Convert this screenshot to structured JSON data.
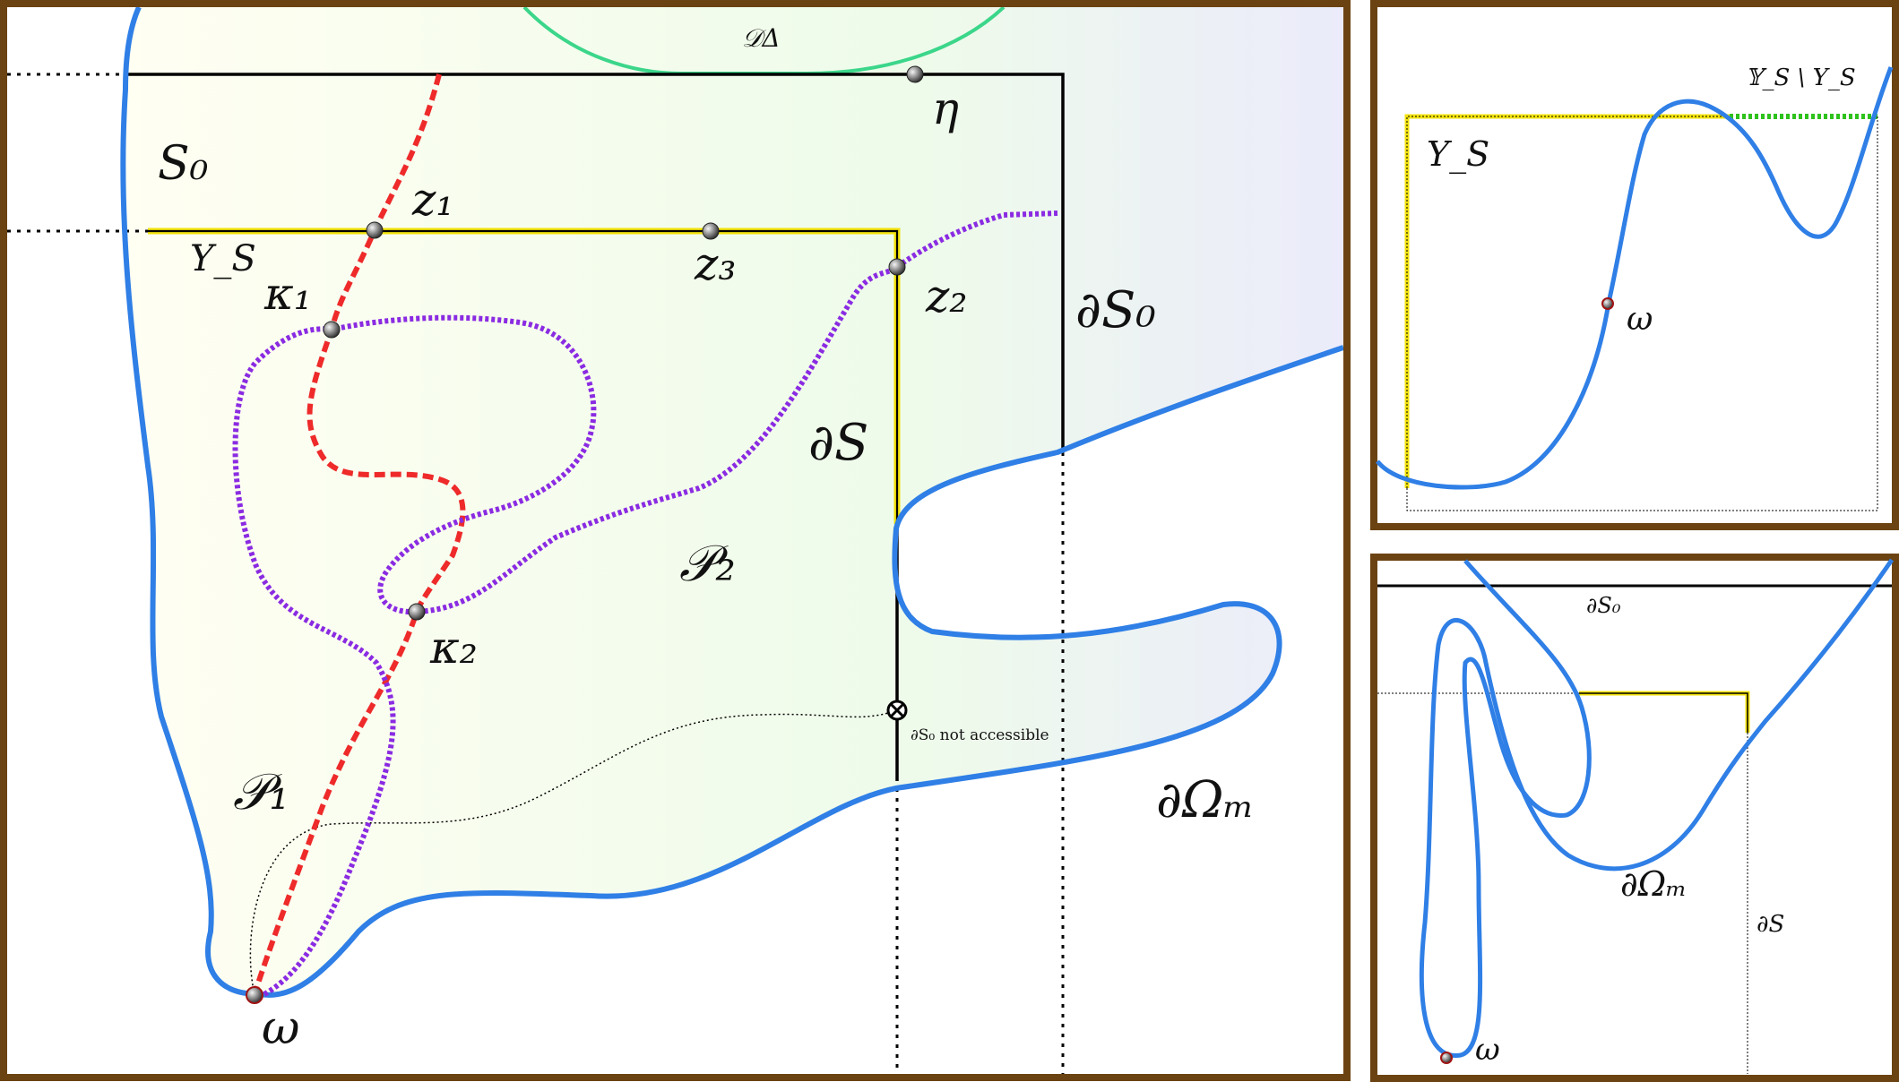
{
  "main": {
    "labels": {
      "D_delta": "𝒟Δ",
      "eta": "η",
      "S0": "S₀",
      "z1": "z₁",
      "z2": "z₂",
      "z3": "z₃",
      "YS": "Y_S",
      "kappa1": "κ₁",
      "kappa2": "κ₂",
      "dS0": "∂S₀",
      "dS": "∂S",
      "P2": "𝒫₂",
      "P1": "𝒫₁",
      "omega": "ω",
      "dOmega_m": "∂Ωₘ",
      "not_accessible": "∂S₀ not accessible"
    }
  },
  "inset_top": {
    "labels": {
      "YS_minus": "𝕐_S \\ Y_S",
      "YS": "Y_S",
      "omega": "ω"
    }
  },
  "inset_bottom": {
    "labels": {
      "dS0": "∂S₀",
      "dOmega_m": "∂Ωₘ",
      "dS": "∂S",
      "omega": "ω"
    }
  },
  "colors": {
    "frame": "#6b4312",
    "boundary_blue": "#2f7fe6",
    "path1_red": "#ee2a2a",
    "path2_purple": "#8a2be2",
    "dd_green": "#3bd68a",
    "ys_yellow": "#f2e20c",
    "ys_green": "#2ec21c",
    "point_gray": "#777777"
  }
}
